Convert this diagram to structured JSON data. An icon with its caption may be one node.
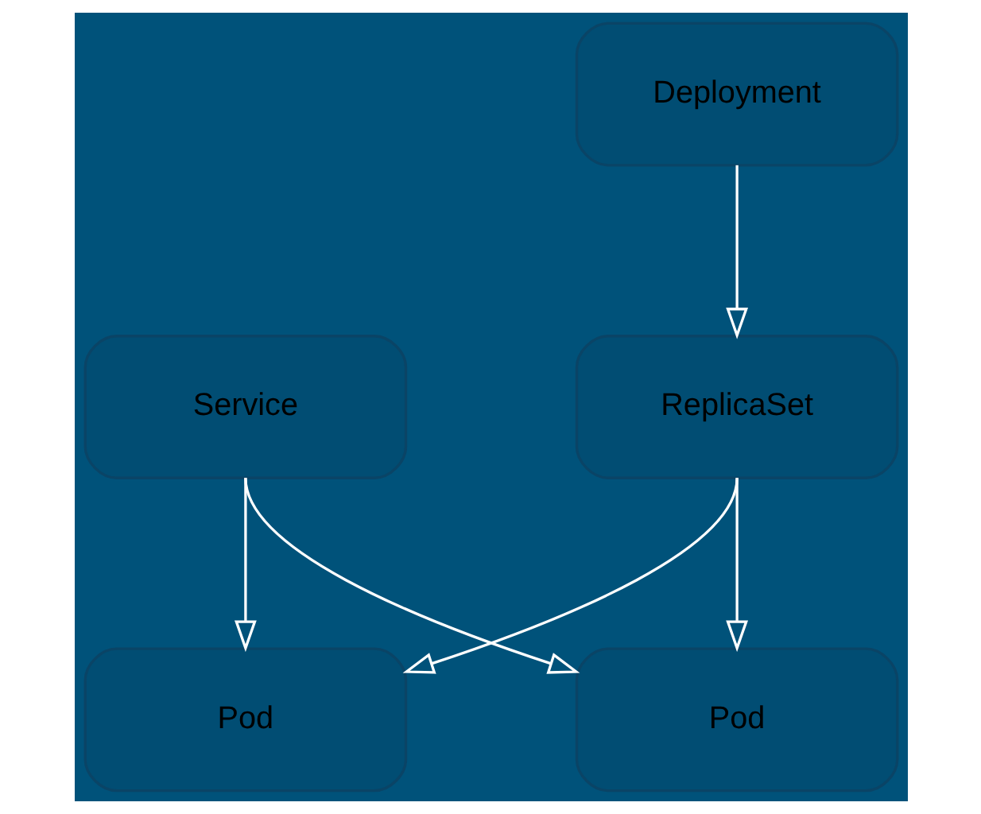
{
  "diagram": {
    "nodes": [
      {
        "text": [
          "Deployment"
        ]
      },
      {
        "text": [
          "Service"
        ]
      },
      {
        "text": [
          "ReplicaSet"
        ]
      },
      {
        "text": [
          "Pod"
        ]
      },
      {
        "text": [
          "Pod"
        ]
      }
    ],
    "edges": [
      {
        "from": 0,
        "to": 2,
        "arrow": "to"
      },
      {
        "from": 1,
        "to": 3,
        "arrow": "to"
      },
      {
        "from": 1,
        "to": 4,
        "arrow": "to"
      },
      {
        "from": 2,
        "to": 3,
        "arrow": "to"
      },
      {
        "from": 2,
        "to": 4,
        "arrow": "to"
      }
    ]
  }
}
